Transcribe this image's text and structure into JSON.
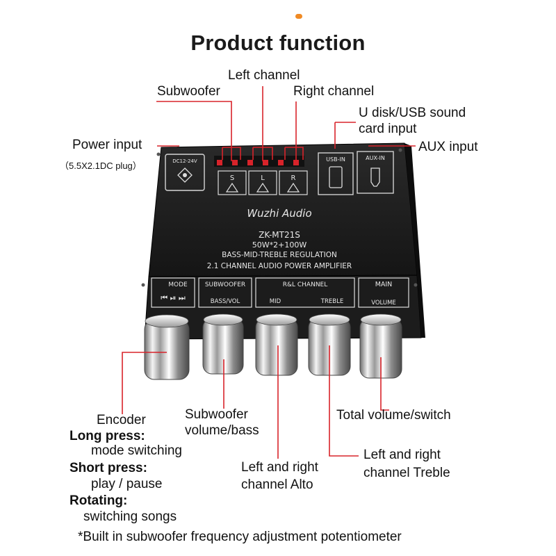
{
  "header": {
    "title": "Product function",
    "accent_color": "#f08a24"
  },
  "line_color": "#d8232a",
  "labels": {
    "left_channel": "Left channel",
    "subwoofer": "Subwoofer",
    "right_channel": "Right channel",
    "usb_input_1": "U disk/USB sound",
    "usb_input_2": "card input",
    "power_input": "Power input",
    "power_plug": "（5.5X2.1DC plug）",
    "aux_input": "AUX input",
    "encoder": "Encoder",
    "long_press": "Long press:",
    "mode_switching": "mode switching",
    "short_press": "Short press:",
    "play_pause": "play / pause",
    "rotating": "Rotating:",
    "switching_songs": "switching songs",
    "sub_volume_1": "Subwoofer",
    "sub_volume_2": "volume/bass",
    "alto_1": "Left and right",
    "alto_2": "channel Alto",
    "treble_1": "Left and right",
    "treble_2": "channel Treble",
    "total_volume": "Total volume/switch",
    "footnote": "*Built in subwoofer frequency adjustment potentiometer"
  },
  "board": {
    "brand": "Wuzhi Audio",
    "model": "ZK-MT21S",
    "power_spec": "50W*2+100W",
    "regulation": "BASS-MID-TREBLE REGULATION",
    "amplifier": "2.1 CHANNEL AUDIO POWER AMPLIFIER",
    "dc_label": "DC12-24V",
    "usb_in": "USB-IN",
    "aux_in": "AUX-IN",
    "mode": "MODE",
    "subwoofer": "SUBWOOFER",
    "bass_vol": "BASS/VOL",
    "rl_channel": "R&L CHANNEL",
    "mid": "MID",
    "treble": "TREBLE",
    "main": "MAIN",
    "volume": "VOLUME",
    "sub_terminal": "S",
    "left_terminal": "L",
    "right_terminal": "R"
  }
}
